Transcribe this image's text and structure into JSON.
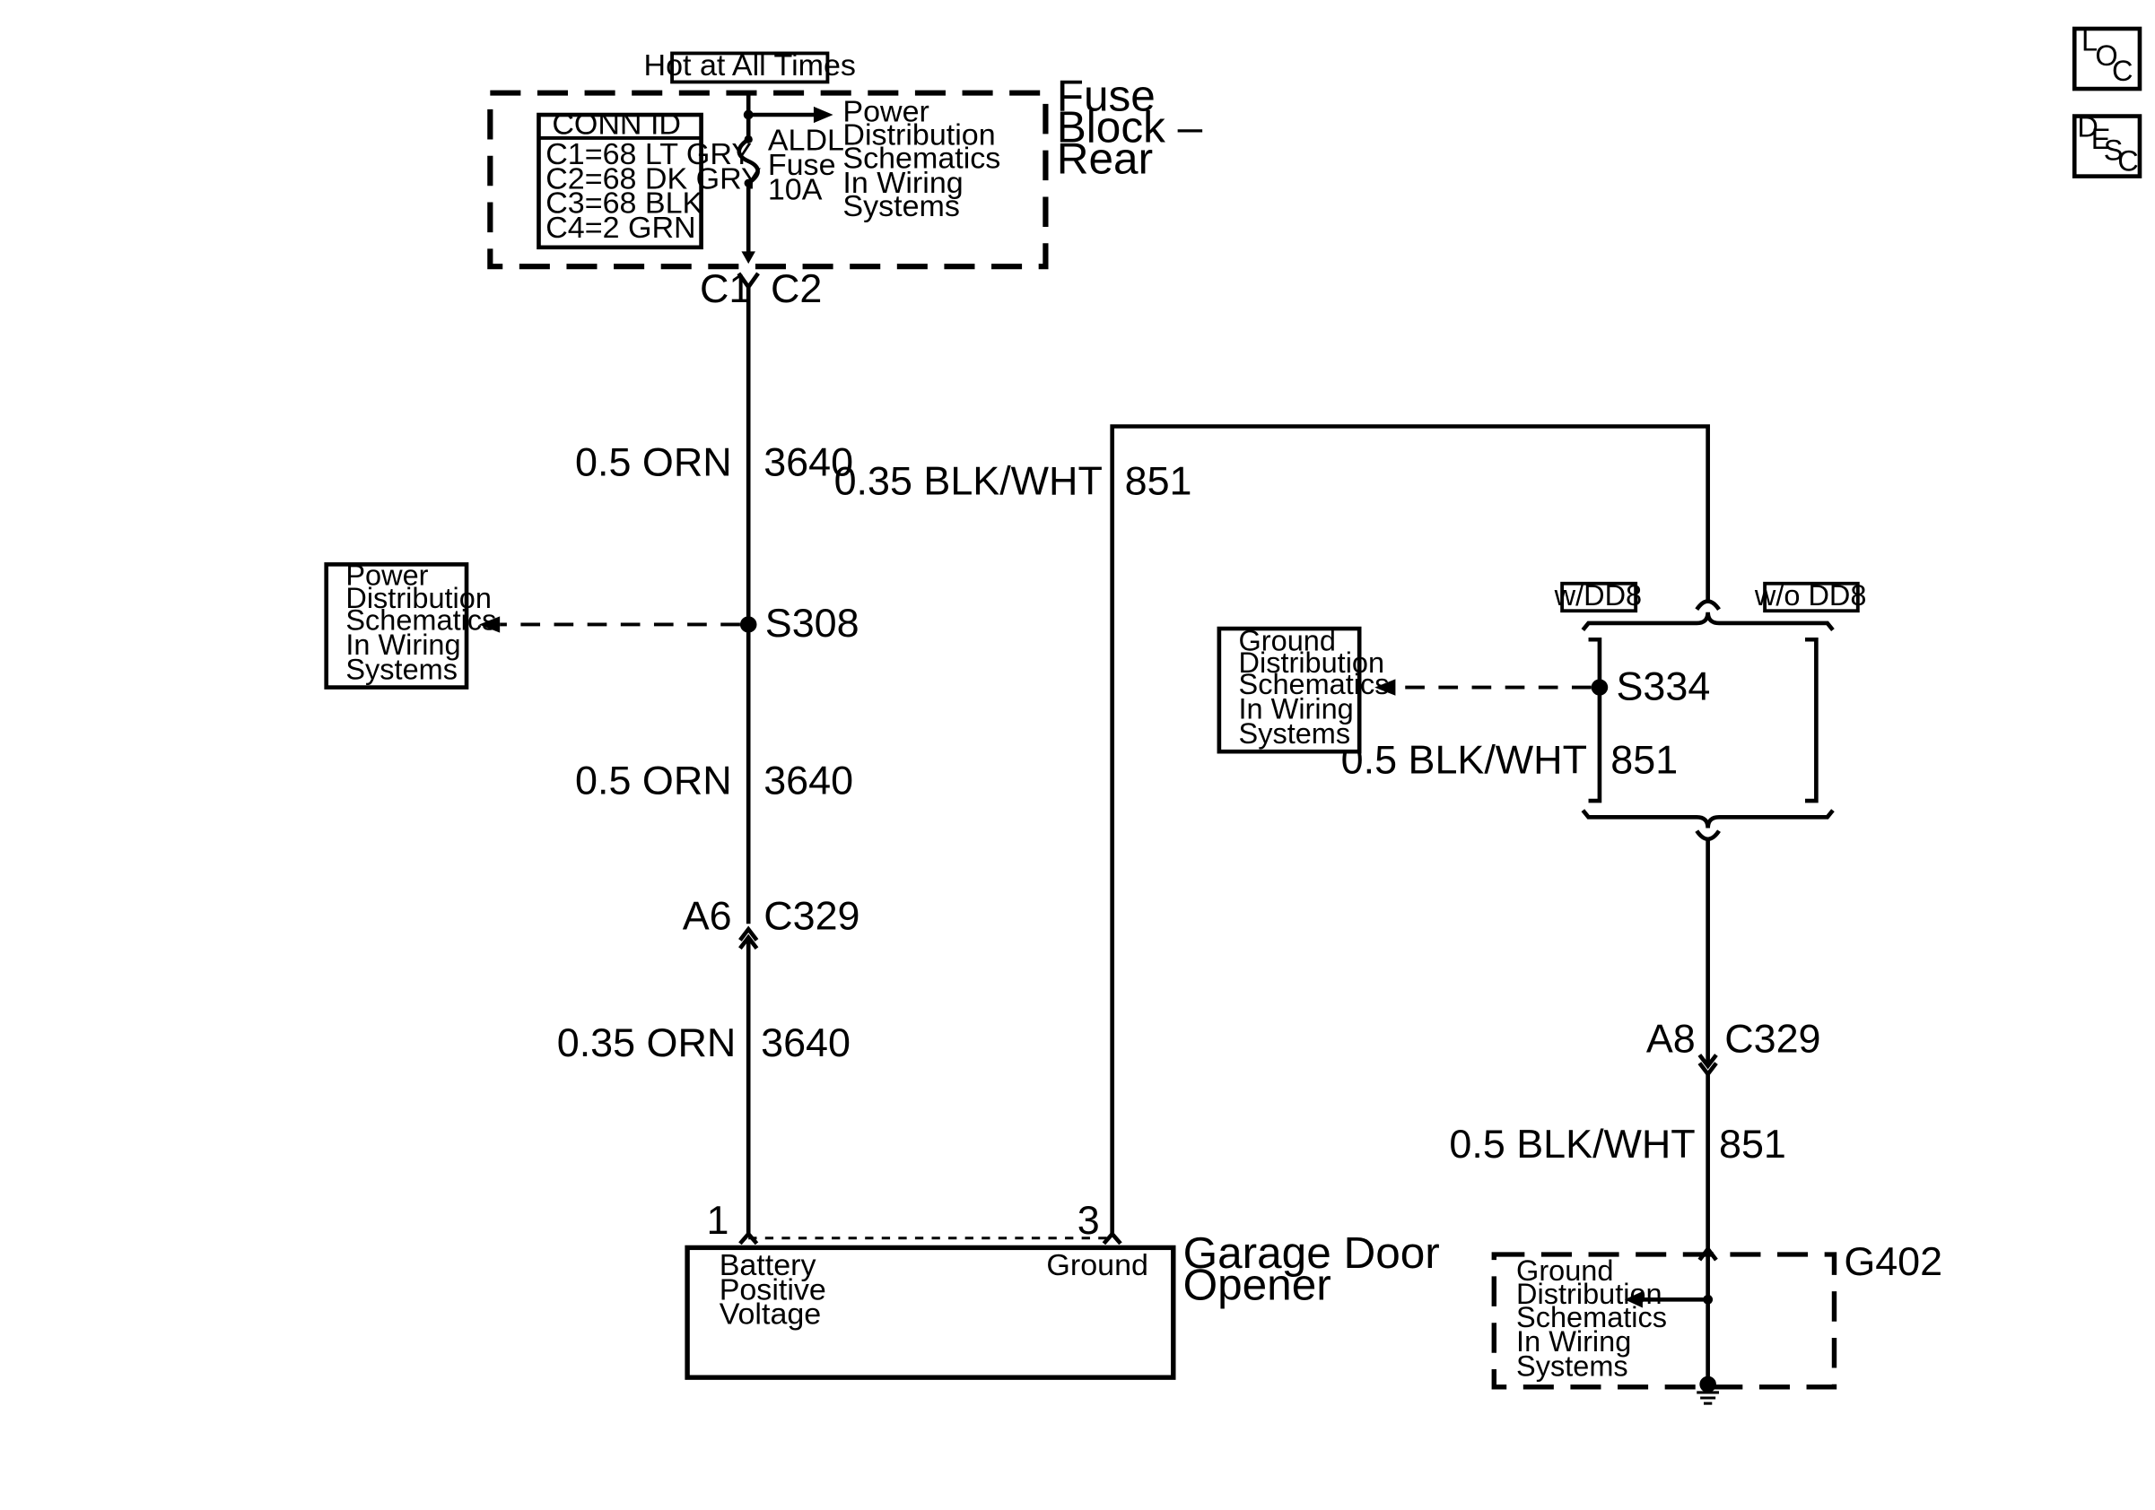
{
  "fuse_block": {
    "hot_label": "Hot at All Times",
    "title_lines": [
      "Fuse",
      "Block –",
      "Rear"
    ],
    "conn_id": {
      "header": "CONN ID",
      "rows": [
        "C1=68 LT GRY",
        "C2=68 DK GRY",
        "C3=68 BLK",
        "C4=2 GRN"
      ]
    },
    "fuse_lines": [
      "ALDL",
      "Fuse",
      "10A"
    ],
    "power_ref_lines": [
      "Power",
      "Distribution",
      "Schematics",
      "In Wiring",
      "Systems"
    ],
    "conn_left": "C1",
    "conn_right": "C2"
  },
  "left_wire": {
    "seg1": {
      "gauge": "0.5 ORN",
      "circuit": "3640"
    },
    "splice": "S308",
    "seg2": {
      "gauge": "0.5 ORN",
      "circuit": "3640"
    },
    "connector": {
      "pin": "A6",
      "name": "C329"
    },
    "seg3": {
      "gauge": "0.35 ORN",
      "circuit": "3640"
    }
  },
  "power_ref_box_lines": [
    "Power",
    "Distribution",
    "Schematics",
    "In Wiring",
    "Systems"
  ],
  "ground_wire_top": {
    "gauge": "0.35 BLK/WHT",
    "circuit": "851"
  },
  "option_left": "w/DD8",
  "option_right": "w/o DD8",
  "splice_s334": {
    "name": "S334",
    "gauge": "0.5 BLK/WHT",
    "circuit": "851"
  },
  "ground_ref_box_lines": [
    "Ground",
    "Distribution",
    "Schematics",
    "In Wiring",
    "Systems"
  ],
  "right_connector": {
    "pin": "A8",
    "name": "C329"
  },
  "ground_wire_bottom": {
    "gauge": "0.5 BLK/WHT",
    "circuit": "851"
  },
  "ground_point": {
    "name": "G402",
    "ref_lines": [
      "Ground",
      "Distribution",
      "Schematics",
      "In Wiring",
      "Systems"
    ]
  },
  "component": {
    "title_lines": [
      "Garage Door",
      "Opener"
    ],
    "pin1": "1",
    "pin3": "3",
    "pin1_label_lines": [
      "Battery",
      "Positive",
      "Voltage"
    ],
    "pin3_label": "Ground"
  },
  "nav": {
    "loc": [
      "L",
      "O",
      "C"
    ],
    "desc": [
      "D",
      "E",
      "S",
      "C"
    ]
  }
}
